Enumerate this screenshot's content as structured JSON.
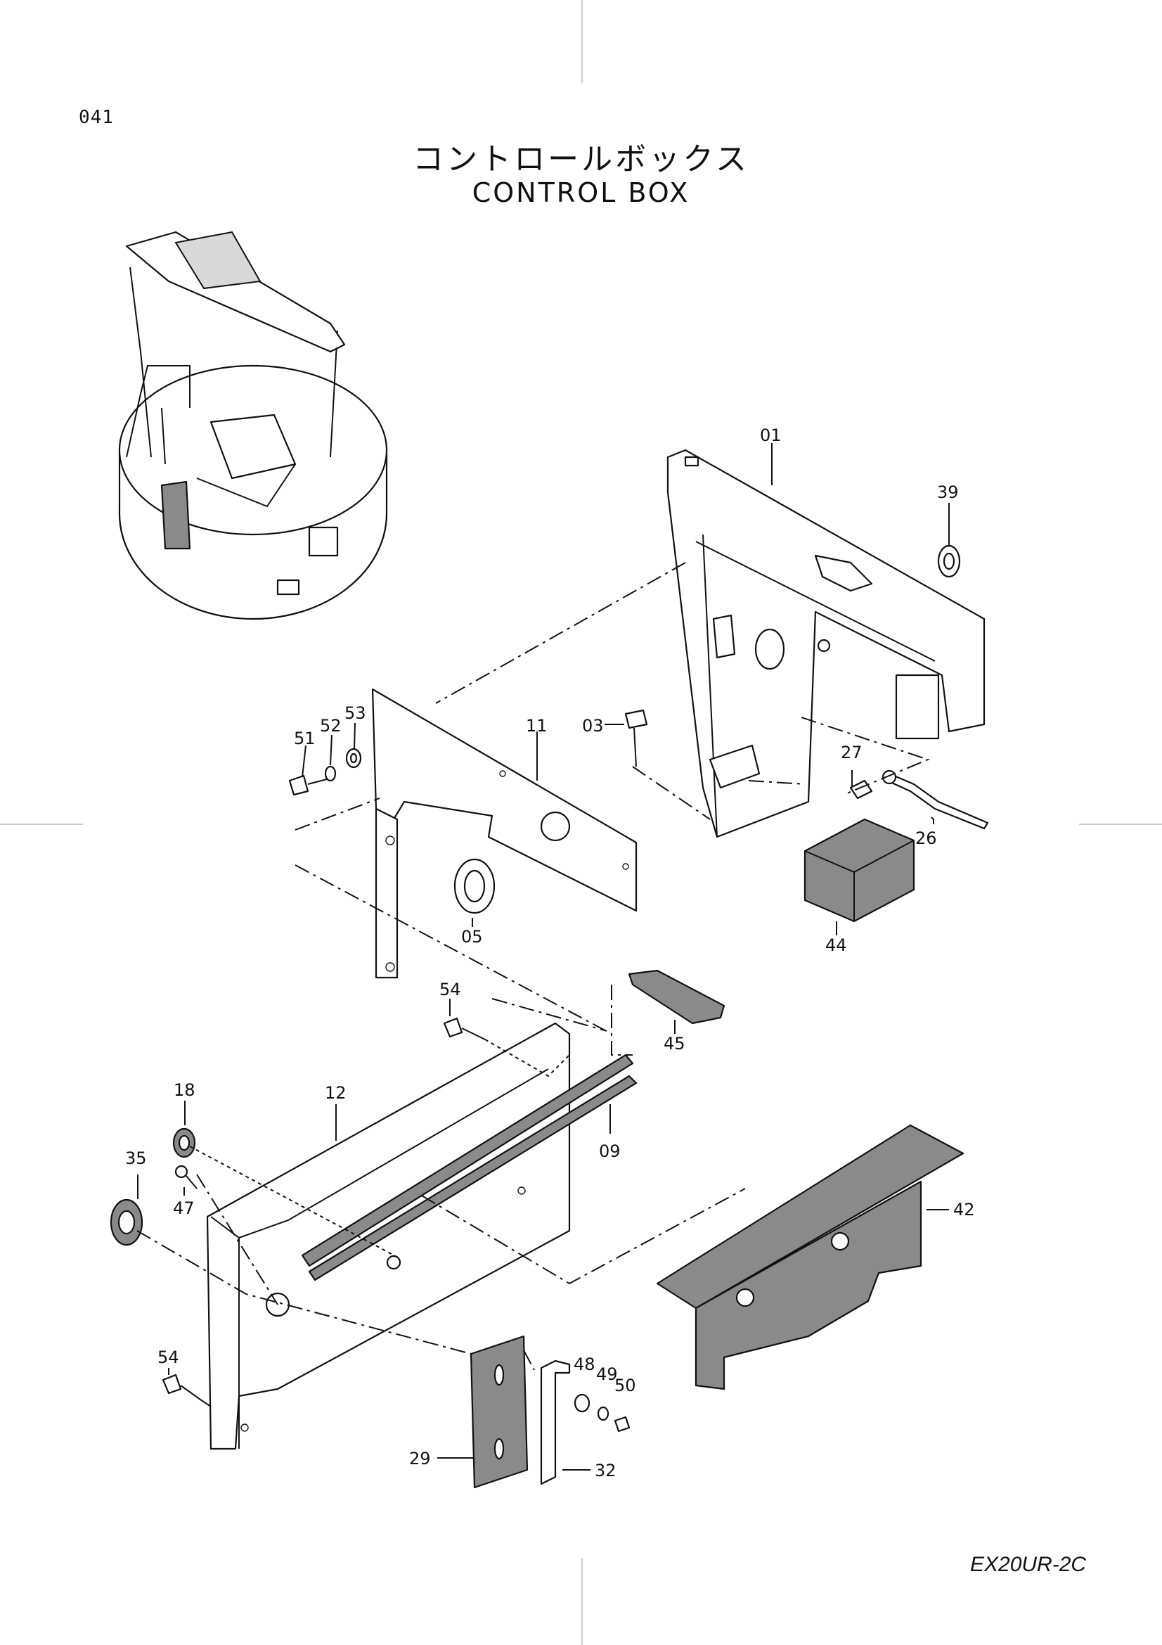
{
  "page": {
    "number": "041",
    "title_jp": "コントロールボックス",
    "title_en": "CONTROL  BOX",
    "model": "EX20UR-2C"
  },
  "callouts": [
    {
      "id": "01",
      "label": "01"
    },
    {
      "id": "39",
      "label": "39"
    },
    {
      "id": "11",
      "label": "11"
    },
    {
      "id": "03",
      "label": "03"
    },
    {
      "id": "51",
      "label": "51"
    },
    {
      "id": "52",
      "label": "52"
    },
    {
      "id": "53",
      "label": "53"
    },
    {
      "id": "27",
      "label": "27"
    },
    {
      "id": "26",
      "label": "26"
    },
    {
      "id": "05",
      "label": "05"
    },
    {
      "id": "44",
      "label": "44"
    },
    {
      "id": "54a",
      "label": "54"
    },
    {
      "id": "45",
      "label": "45"
    },
    {
      "id": "18",
      "label": "18"
    },
    {
      "id": "12",
      "label": "12"
    },
    {
      "id": "09",
      "label": "09"
    },
    {
      "id": "35",
      "label": "35"
    },
    {
      "id": "47",
      "label": "47"
    },
    {
      "id": "42",
      "label": "42"
    },
    {
      "id": "54b",
      "label": "54"
    },
    {
      "id": "48",
      "label": "48"
    },
    {
      "id": "49",
      "label": "49"
    },
    {
      "id": "50",
      "label": "50"
    },
    {
      "id": "29",
      "label": "29"
    },
    {
      "id": "32",
      "label": "32"
    }
  ]
}
